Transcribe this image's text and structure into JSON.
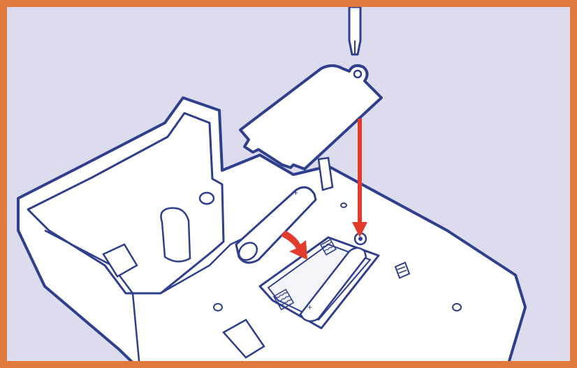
{
  "illustration": {
    "subject": "battery-compartment-installation",
    "colors": {
      "frame": "#e07a3c",
      "background": "#dcdcee",
      "outline": "#2f3f8e",
      "device": "#ffffff",
      "arrow": "#e23b2c"
    },
    "parts": [
      {
        "name": "screwdriver",
        "icon": "screwdriver-icon"
      },
      {
        "name": "battery-cover",
        "icon": "cover-plate-icon"
      },
      {
        "name": "aa-battery-loose",
        "label": "+"
      },
      {
        "name": "aa-battery-installed",
        "label": "+"
      },
      {
        "name": "spring-contacts"
      },
      {
        "name": "screw-hole"
      }
    ],
    "arrows": [
      {
        "name": "cover-down-arrow",
        "direction": "down"
      },
      {
        "name": "battery-insert-arrow",
        "direction": "down-right"
      }
    ],
    "battery_plus_label": "+"
  }
}
